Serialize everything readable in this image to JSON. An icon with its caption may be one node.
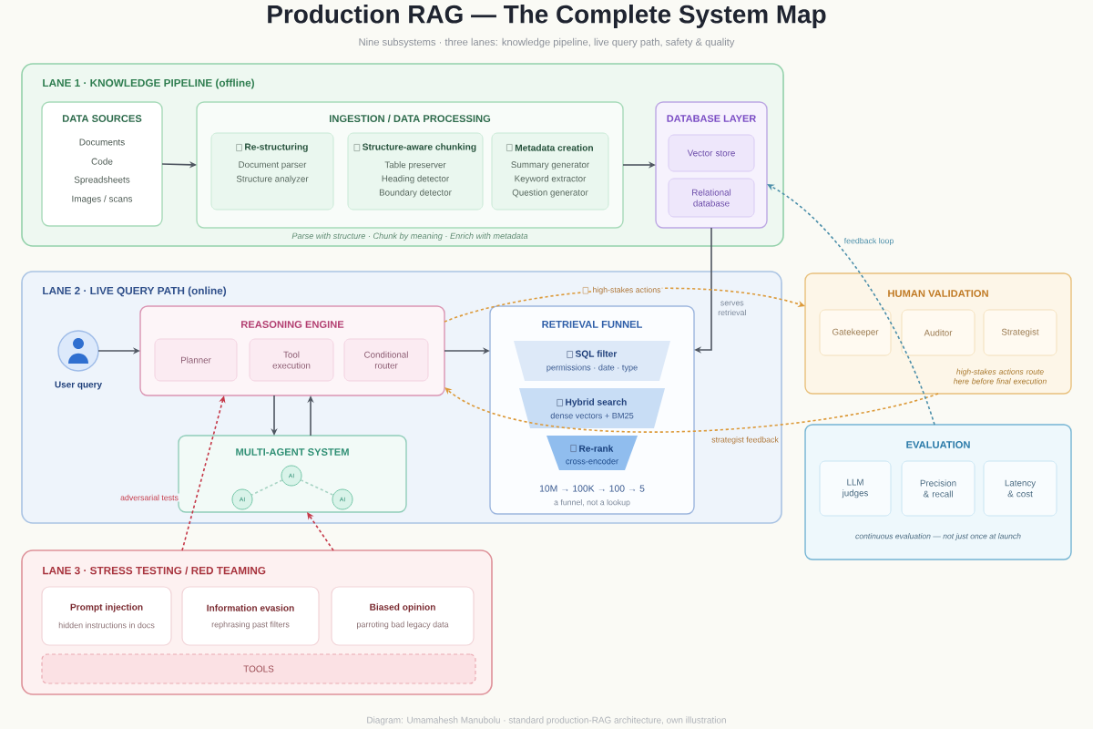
{
  "diagram": {
    "title": "Production RAG — The Complete System Map",
    "caption": "Diagram: Umamahesh Manubolu · standard production-RAG architecture, own illustration",
    "labels": [
      "Nine subsystems · three lanes: knowledge pipeline, live query path, safety & quality"
    ],
    "nodes": [
      {
        "text": [
          "LANE 1 · KNOWLEDGE PIPELINE (offline)"
        ]
      },
      {
        "text": [
          "DATA SOURCES",
          "Documents",
          "Code",
          "Spreadsheets",
          "Images / scans"
        ],
        "in": 0
      },
      {
        "text": [
          "INGESTION / DATA PROCESSING"
        ],
        "in": 0,
        "beside": [
          "Parse with structure · Chunk by meaning · Enrich with metadata"
        ]
      },
      {
        "text": [
          "Re-structuring",
          "Document parser",
          "Structure analyzer"
        ],
        "in": 2
      },
      {
        "text": [
          "Structure-aware chunking",
          "Table preserver",
          "Heading detector",
          "Boundary detector"
        ],
        "in": 2
      },
      {
        "text": [
          "Metadata creation",
          "Summary generator",
          "Keyword extractor",
          "Question generator"
        ],
        "in": 2
      },
      {
        "text": [
          "DATABASE LAYER"
        ],
        "in": 0
      },
      {
        "text": [
          "Vector store"
        ],
        "in": 6
      },
      {
        "text": [
          "Relational database"
        ],
        "in": 6
      },
      {
        "text": [
          "LANE 2 · LIVE QUERY PATH (online)"
        ]
      },
      {
        "text": [
          "User query"
        ],
        "in": 9
      },
      {
        "text": [
          "REASONING ENGINE"
        ],
        "in": 9
      },
      {
        "text": [
          "Planner"
        ],
        "in": 11
      },
      {
        "text": [
          "Tool execution"
        ],
        "in": 11
      },
      {
        "text": [
          "Conditional router"
        ],
        "in": 11
      },
      {
        "text": [
          "MULTI-AGENT SYSTEM"
        ],
        "in": 9
      },
      {
        "text": [
          "AI"
        ],
        "in": 15
      },
      {
        "text": [
          "AI"
        ],
        "in": 15
      },
      {
        "text": [
          "AI"
        ],
        "in": 15
      },
      {
        "text": [
          "RETRIEVAL FUNNEL",
          "10M → 100K → 100 → 5",
          "a funnel, not a lookup"
        ],
        "in": 9
      },
      {
        "text": [
          "SQL filter",
          "permissions · date · type"
        ],
        "in": 19
      },
      {
        "text": [
          "Hybrid search",
          "dense vectors + BM25"
        ],
        "in": 19
      },
      {
        "text": [
          "Re-rank",
          "cross-encoder"
        ],
        "in": 19
      },
      {
        "text": [
          "HUMAN VALIDATION",
          "high-stakes actions route here before final execution"
        ]
      },
      {
        "text": [
          "Gatekeeper"
        ],
        "in": 23
      },
      {
        "text": [
          "Auditor"
        ],
        "in": 23
      },
      {
        "text": [
          "Strategist"
        ],
        "in": 23
      },
      {
        "text": [
          "EVALUATION",
          "continuous evaluation — not just once at launch"
        ]
      },
      {
        "text": [
          "LLM judges"
        ],
        "in": 27
      },
      {
        "text": [
          "Precision & recall"
        ],
        "in": 27
      },
      {
        "text": [
          "Latency & cost"
        ],
        "in": 27
      },
      {
        "text": [
          "LANE 3 · STRESS TESTING / RED TEAMING"
        ]
      },
      {
        "text": [
          "Prompt injection",
          "hidden instructions in docs"
        ],
        "in": 31
      },
      {
        "text": [
          "Information evasion",
          "rephrasing past filters"
        ],
        "in": 31
      },
      {
        "text": [
          "Biased opinion",
          "parroting bad legacy data"
        ],
        "in": 31
      },
      {
        "text": [
          "TOOLS"
        ],
        "in": 31
      }
    ],
    "edges": [
      {
        "from": 1,
        "to": 2,
        "arrow": "to"
      },
      {
        "from": 2,
        "to": 6,
        "arrow": "to"
      },
      {
        "from": 6,
        "to": 19,
        "arrow": "to",
        "label": "serves retrieval"
      },
      {
        "from": 10,
        "to": 11,
        "arrow": "to"
      },
      {
        "from": 11,
        "to": 19,
        "arrow": "to"
      },
      {
        "from": 11,
        "to": 15,
        "arrow": "to"
      },
      {
        "from": 15,
        "to": 11,
        "arrow": "to"
      },
      {
        "from": 16,
        "to": 17,
        "arrow": "none",
        "style": "dashed",
        "color": "#a8d4c4"
      },
      {
        "from": 16,
        "to": 18,
        "arrow": "none",
        "style": "dashed",
        "color": "#a8d4c4"
      },
      {
        "from": 11,
        "to": 23,
        "arrow": "to",
        "style": "dashed",
        "color": "#dc9a3a",
        "label": "high-stakes actions"
      },
      {
        "from": 23,
        "to": 11,
        "arrow": "to",
        "style": "dashed",
        "color": "#dc9a3a",
        "label": "strategist feedback"
      },
      {
        "from": 27,
        "to": 6,
        "arrow": "to",
        "style": "dashed",
        "color": "#4c8faa",
        "label": "feedback loop"
      },
      {
        "from": 31,
        "to": 11,
        "arrow": "to",
        "style": "dashed",
        "color": "#c53848",
        "label": "adversarial tests"
      },
      {
        "from": 31,
        "to": 15,
        "arrow": "to",
        "style": "dashed",
        "color": "#c53848"
      }
    ]
  }
}
